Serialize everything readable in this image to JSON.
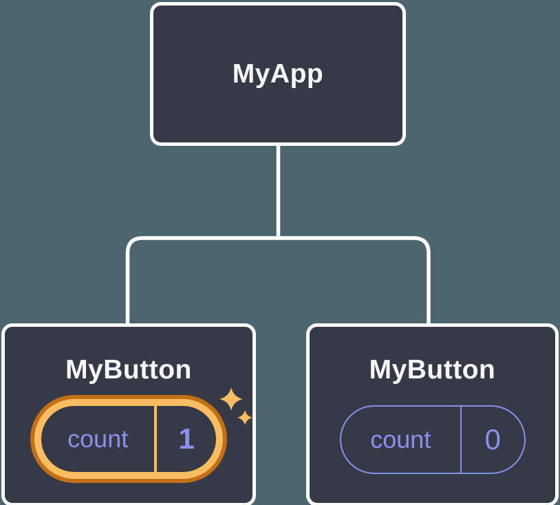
{
  "diagram": {
    "root": {
      "title": "MyApp"
    },
    "children": [
      {
        "title": "MyButton",
        "state": {
          "label": "count",
          "value": "1"
        },
        "highlighted": true,
        "icon": "sparkles-icon"
      },
      {
        "title": "MyButton",
        "state": {
          "label": "count",
          "value": "0"
        },
        "highlighted": false
      }
    ]
  },
  "colors": {
    "background": "#4c666f",
    "node_fill": "#353a46",
    "node_border": "#ffffff",
    "connector": "#ffffff",
    "state_accent": "#8a90f0",
    "highlight_gold": "#fabd62",
    "highlight_gold_dark": "#c26f16",
    "title_text": "#f6f7f9"
  }
}
